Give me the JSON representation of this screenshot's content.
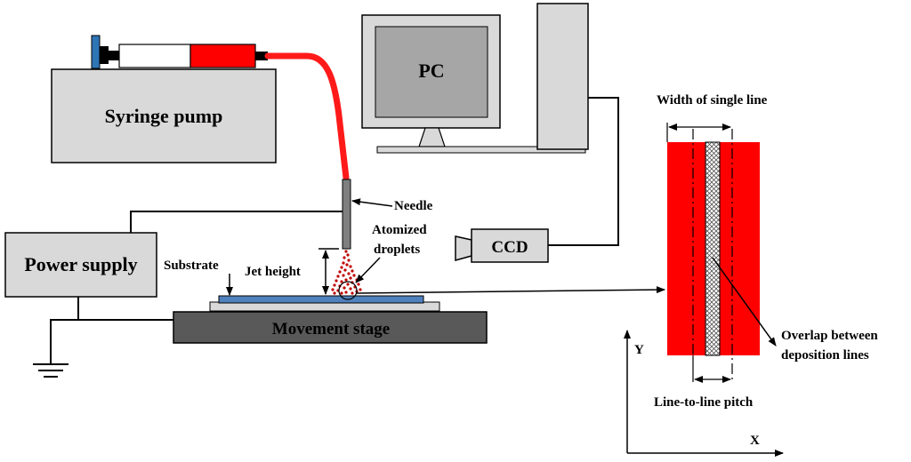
{
  "labels": {
    "syringe_pump": "Syringe pump",
    "pc": "PC",
    "needle": "Needle",
    "atomized_line1": "Atomized",
    "atomized_line2": "droplets",
    "ccd": "CCD",
    "power_supply": "Power supply",
    "substrate": "Substrate",
    "jet_height": "Jet height",
    "movement_stage": "Movement stage",
    "width_single_line": "Width of single line",
    "overlap_line1": "Overlap between",
    "overlap_line2": "deposition lines",
    "pitch": "Line-to-line pitch",
    "axis_x": "X",
    "axis_y": "Y"
  },
  "colors": {
    "equipment_fill": "#d9d9d9",
    "screen_fill": "#a6a6a6",
    "stage_fill": "#595959",
    "tube": "#ff1a1a",
    "deposited_line": "#ff0000",
    "substrate": "#4f81bd",
    "plunger": "#2e75b6",
    "needle": "#7f7f7f",
    "droplets": "#c00000"
  }
}
